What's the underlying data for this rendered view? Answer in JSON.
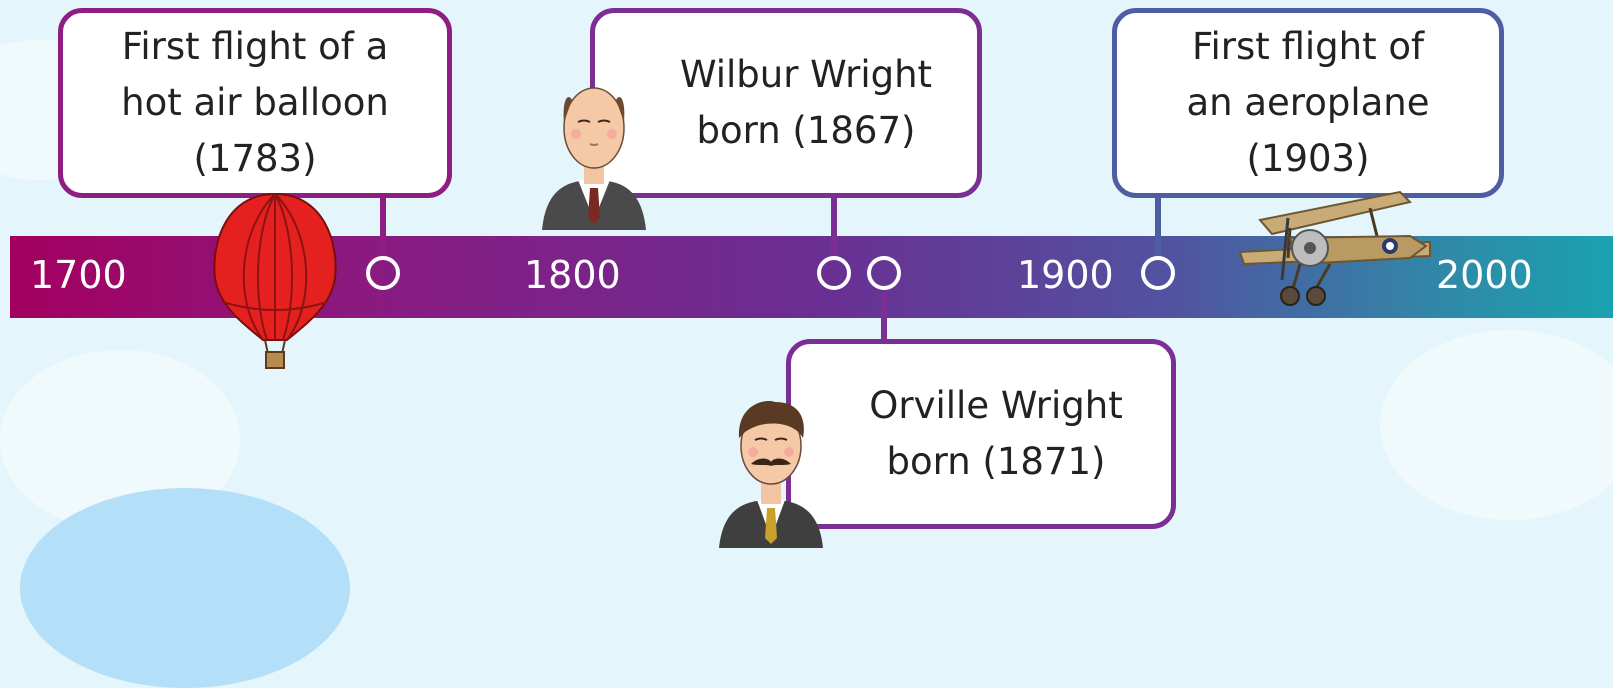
{
  "timeline": {
    "years": [
      "1700",
      "1800",
      "1900",
      "2000"
    ]
  },
  "events": [
    {
      "id": "balloon",
      "label": "First flight of a\nhot air balloon\n(1783)",
      "color": "#8e1e83"
    },
    {
      "id": "wilbur",
      "label": "Wilbur Wright\nborn (1867)",
      "color": "#7b2f94"
    },
    {
      "id": "orville",
      "label": "Orville Wright\nborn (1871)",
      "color": "#7b2f94"
    },
    {
      "id": "aeroplane",
      "label": "First flight of\nan aeroplane\n(1903)",
      "color": "#4e5ea3"
    }
  ],
  "icons": [
    "hot-air-balloon-icon",
    "wilbur-wright-portrait-icon",
    "orville-wright-portrait-icon",
    "biplane-icon"
  ]
}
